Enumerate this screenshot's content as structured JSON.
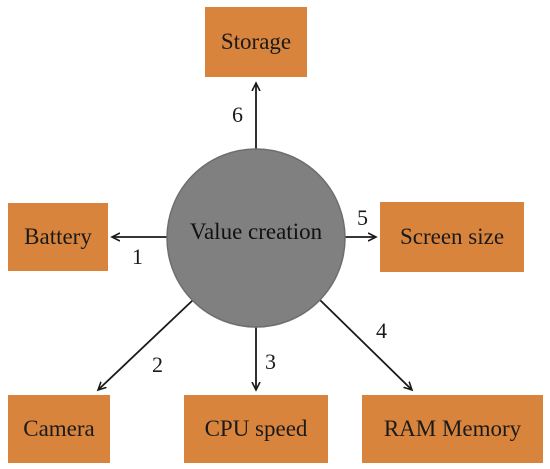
{
  "diagram": {
    "center": {
      "label": "Value creation"
    },
    "nodes": [
      {
        "id": "storage",
        "label": "Storage"
      },
      {
        "id": "battery",
        "label": "Battery"
      },
      {
        "id": "screen-size",
        "label": "Screen size"
      },
      {
        "id": "camera",
        "label": "Camera"
      },
      {
        "id": "cpu-speed",
        "label": "CPU speed"
      },
      {
        "id": "ram-memory",
        "label": "RAM Memory"
      }
    ],
    "edges": [
      {
        "from": "value-creation",
        "to": "battery",
        "number": "1"
      },
      {
        "from": "value-creation",
        "to": "camera",
        "number": "2"
      },
      {
        "from": "value-creation",
        "to": "cpu-speed",
        "number": "3"
      },
      {
        "from": "value-creation",
        "to": "ram-memory",
        "number": "4"
      },
      {
        "from": "value-creation",
        "to": "screen-size",
        "number": "5"
      },
      {
        "from": "value-creation",
        "to": "storage",
        "number": "6"
      }
    ]
  },
  "colors": {
    "node_fill": "#d9843d",
    "center_fill": "#808080",
    "center_stroke": "#6e6e6e",
    "arrow": "#1a1a1a",
    "text": "#1a1a1a"
  }
}
